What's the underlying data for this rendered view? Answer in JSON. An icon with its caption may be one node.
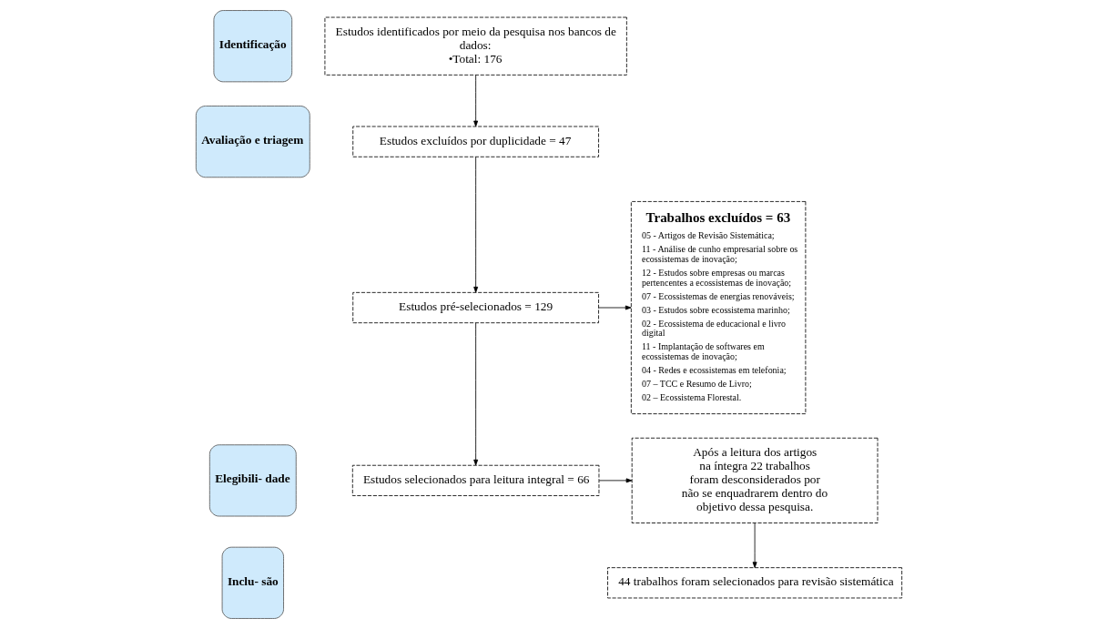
{
  "diagram": {
    "nodes": [
      {
        "text": [
          "Identificação"
        ]
      },
      {
        "text": [
          "Avaliação e triagem"
        ]
      },
      {
        "text": [
          "Elegibili- dade"
        ]
      },
      {
        "text": [
          "Inclu- são"
        ]
      },
      {
        "text": [
          "Estudos identificados por meio da pesquisa nos bancos de dados:",
          "•Total: 176"
        ]
      },
      {
        "text": [
          "Estudos excluídos por duplicidade = 47"
        ]
      },
      {
        "text": [
          "Estudos pré-selecionados = 129"
        ]
      },
      {
        "text": [
          "Trabalhos excluídos = 63",
          "05 - Artigos de Revisão Sistemática;",
          "11 - Análise de cunho empresarial sobre os ecossistemas de inovação;",
          "12 - Estudos sobre empresas ou marcas pertencentes a ecossistemas de inovação;",
          "07 - Ecossistemas de energias renováveis;",
          "03 - Estudos sobre ecossistema marinho;",
          "02 - Ecossistema de educacional e livro digital",
          "11 - Implantação de softwares em ecossistemas de inovação;",
          "04 - Redes e ecossistemas em telefonia;",
          "07 – TCC e Resumo de Livro;",
          "02 – Ecossistema Florestal."
        ]
      },
      {
        "text": [
          "Estudos selecionados para leitura integral = 66"
        ]
      },
      {
        "text": [
          "44 trabalhos foram selecionados para revisão sistemática"
        ]
      },
      {
        "text": [
          "Após a leitura dos artigos na íntegra 22 trabalhos foram desconsiderados por não se enquadrarem dentro do objetivo dessa pesquisa."
        ]
      }
    ],
    "edges": [
      {
        "from": 4,
        "to": 5,
        "arrow": "to"
      },
      {
        "from": 5,
        "to": 6,
        "arrow": "to"
      },
      {
        "from": 6,
        "to": 7,
        "arrow": "to"
      },
      {
        "from": 6,
        "to": 8,
        "arrow": "to"
      },
      {
        "from": 8,
        "to": 10,
        "arrow": "to"
      },
      {
        "from": 10,
        "to": 9,
        "arrow": "to"
      }
    ]
  }
}
